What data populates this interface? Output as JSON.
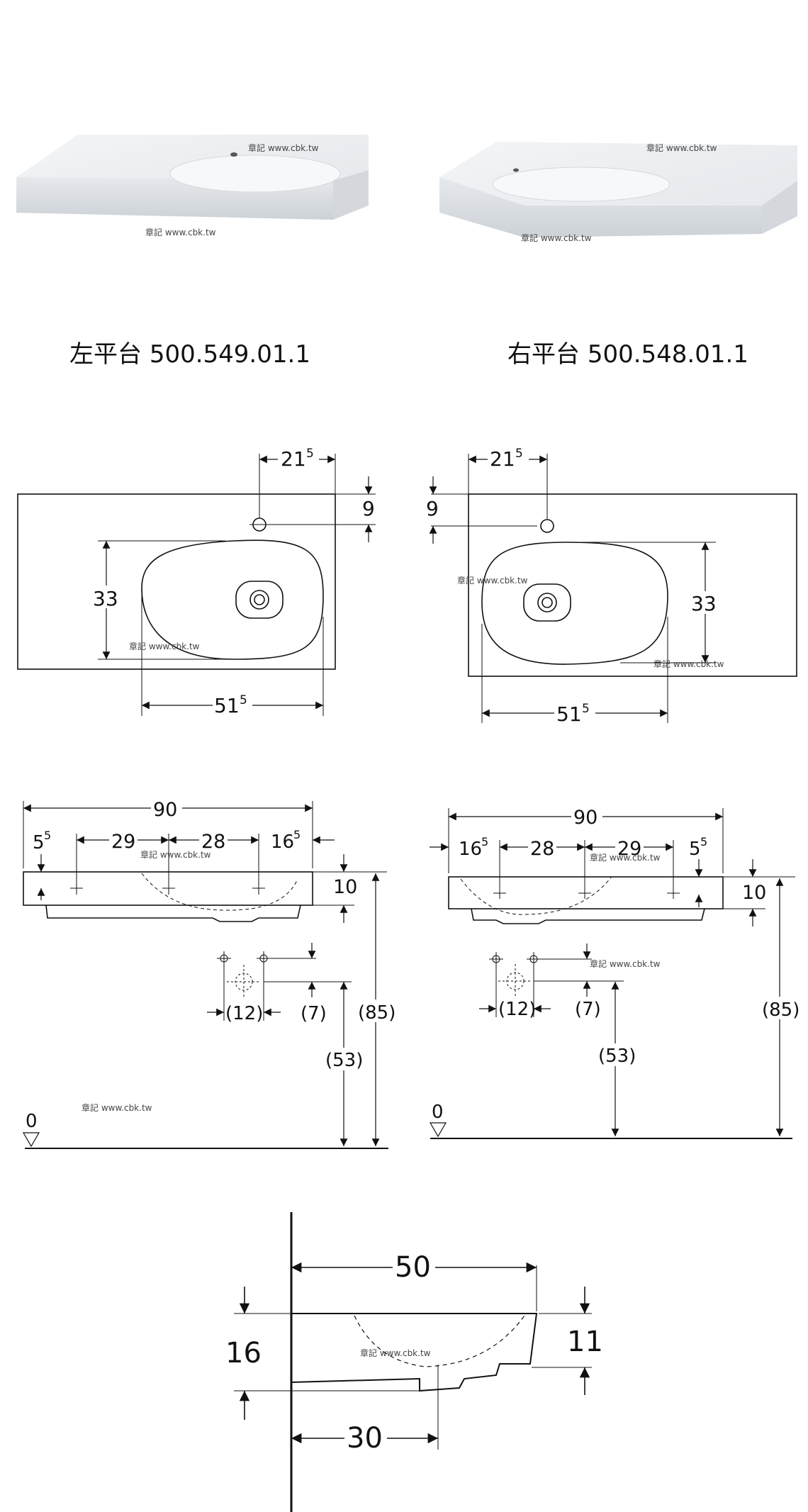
{
  "watermark": "章記 www.cbk.tw",
  "captions": {
    "left": "左平台 500.549.01.1",
    "right": "右平台 500.548.01.1"
  },
  "top_view_left": {
    "width": "21",
    "width_sup": "5",
    "depth": "9",
    "bowl_height": "33",
    "bowl_width": "51",
    "bowl_width_sup": "5"
  },
  "top_view_right": {
    "width": "21",
    "width_sup": "5",
    "depth": "9",
    "bowl_height": "33",
    "bowl_width": "51",
    "bowl_width_sup": "5"
  },
  "front_view_left": {
    "total": "90",
    "a": "5",
    "a_sup": "5",
    "b": "29",
    "c": "28",
    "d": "16",
    "d_sup": "5",
    "thickness": "10",
    "height": "(85)",
    "drain_height": "(53)",
    "drain_width": "(12)",
    "drain_offset": "(7)",
    "floor": "0"
  },
  "front_view_right": {
    "total": "90",
    "a": "16",
    "a_sup": "5",
    "b": "28",
    "c": "29",
    "d": "5",
    "d_sup": "5",
    "thickness": "10",
    "height": "(85)",
    "drain_height": "(53)",
    "drain_width": "(12)",
    "drain_offset": "(7)",
    "floor": "0"
  },
  "side_view": {
    "depth": "50",
    "height_left": "16",
    "height_right": "11",
    "drain_depth": "30"
  },
  "colors": {
    "line": "#111111",
    "basin_fill": "#e9ecef"
  }
}
